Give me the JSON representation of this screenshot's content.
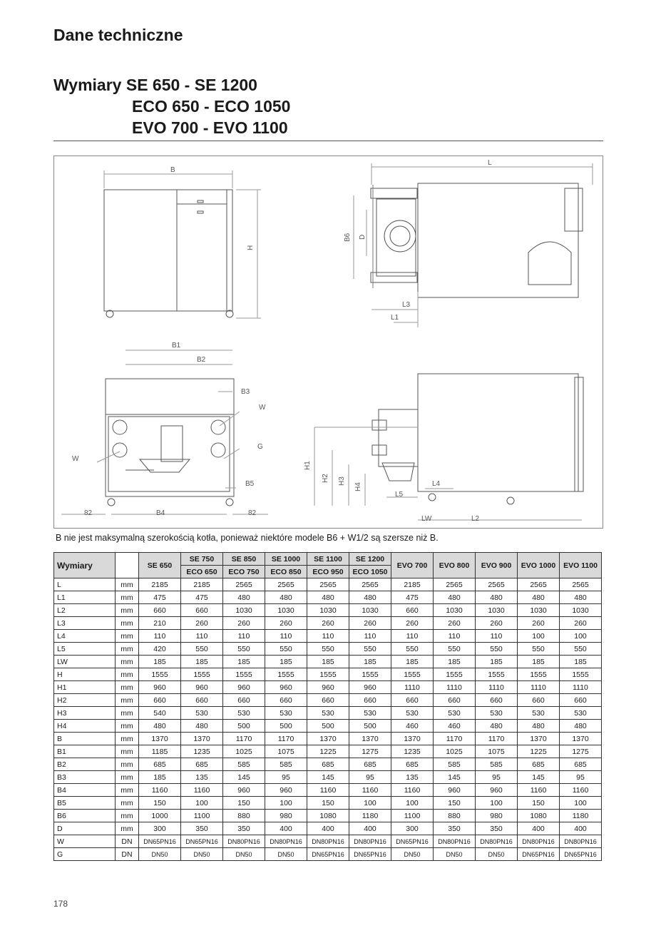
{
  "heading": "Dane techniczne",
  "subtitle": {
    "line1": "Wymiary SE 650 - SE 1200",
    "line2": "ECO 650 - ECO 1050",
    "line3": "EVO 700 - EVO 1100"
  },
  "drawing_labels": {
    "B": "B",
    "H": "H",
    "L": "L",
    "B6": "B6",
    "D": "D",
    "L3": "L3",
    "L1": "L1",
    "B1": "B1",
    "B2": "B2",
    "B3": "B3",
    "W": "W",
    "G": "G",
    "B5": "B5",
    "B4": "B4",
    "dim82": "82",
    "H1": "H1",
    "H2": "H2",
    "H3": "H3",
    "H4": "H4",
    "L4": "L4",
    "L5": "L5",
    "LW": "LW",
    "L2": "L2"
  },
  "note": "B nie jest maksymalną szerokością kotła, ponieważ niektóre modele B6 + W1/2 są szersze niż B.",
  "table": {
    "header_label": "Wymiary",
    "models_single_a": [
      "SE 650"
    ],
    "models_double_top": [
      "SE 750",
      "SE 850",
      "SE 1000",
      "SE 1100",
      "SE 1200"
    ],
    "models_double_bottom": [
      "ECO 650",
      "ECO 750",
      "ECO 850",
      "ECO 950",
      "ECO 1050"
    ],
    "models_single_b": [
      "EVO 700",
      "EVO 800",
      "EVO 900",
      "EVO 1000",
      "EVO 1100"
    ],
    "rows": [
      {
        "name": "L",
        "unit": "mm",
        "values": [
          "2185",
          "2185",
          "2565",
          "2565",
          "2565",
          "2565",
          "2185",
          "2565",
          "2565",
          "2565",
          "2565"
        ]
      },
      {
        "name": "L1",
        "unit": "mm",
        "values": [
          "475",
          "475",
          "480",
          "480",
          "480",
          "480",
          "475",
          "480",
          "480",
          "480",
          "480"
        ]
      },
      {
        "name": "L2",
        "unit": "mm",
        "values": [
          "660",
          "660",
          "1030",
          "1030",
          "1030",
          "1030",
          "660",
          "1030",
          "1030",
          "1030",
          "1030"
        ]
      },
      {
        "name": "L3",
        "unit": "mm",
        "values": [
          "210",
          "260",
          "260",
          "260",
          "260",
          "260",
          "260",
          "260",
          "260",
          "260",
          "260"
        ]
      },
      {
        "name": "L4",
        "unit": "mm",
        "values": [
          "110",
          "110",
          "110",
          "110",
          "110",
          "110",
          "110",
          "110",
          "110",
          "100",
          "100"
        ]
      },
      {
        "name": "L5",
        "unit": "mm",
        "values": [
          "420",
          "550",
          "550",
          "550",
          "550",
          "550",
          "550",
          "550",
          "550",
          "550",
          "550"
        ]
      },
      {
        "name": "LW",
        "unit": "mm",
        "values": [
          "185",
          "185",
          "185",
          "185",
          "185",
          "185",
          "185",
          "185",
          "185",
          "185",
          "185"
        ]
      },
      {
        "name": "H",
        "unit": "mm",
        "values": [
          "1555",
          "1555",
          "1555",
          "1555",
          "1555",
          "1555",
          "1555",
          "1555",
          "1555",
          "1555",
          "1555"
        ]
      },
      {
        "name": "H1",
        "unit": "mm",
        "values": [
          "960",
          "960",
          "960",
          "960",
          "960",
          "960",
          "1110",
          "1110",
          "1110",
          "1110",
          "1110"
        ]
      },
      {
        "name": "H2",
        "unit": "mm",
        "values": [
          "660",
          "660",
          "660",
          "660",
          "660",
          "660",
          "660",
          "660",
          "660",
          "660",
          "660"
        ]
      },
      {
        "name": "H3",
        "unit": "mm",
        "values": [
          "540",
          "530",
          "530",
          "530",
          "530",
          "530",
          "530",
          "530",
          "530",
          "530",
          "530"
        ]
      },
      {
        "name": "H4",
        "unit": "mm",
        "values": [
          "480",
          "480",
          "500",
          "500",
          "500",
          "500",
          "460",
          "460",
          "480",
          "480",
          "480"
        ]
      },
      {
        "name": "B",
        "unit": "mm",
        "values": [
          "1370",
          "1370",
          "1170",
          "1170",
          "1370",
          "1370",
          "1370",
          "1170",
          "1170",
          "1370",
          "1370"
        ]
      },
      {
        "name": "B1",
        "unit": "mm",
        "values": [
          "1185",
          "1235",
          "1025",
          "1075",
          "1225",
          "1275",
          "1235",
          "1025",
          "1075",
          "1225",
          "1275"
        ]
      },
      {
        "name": "B2",
        "unit": "mm",
        "values": [
          "685",
          "685",
          "585",
          "585",
          "685",
          "685",
          "685",
          "585",
          "585",
          "685",
          "685"
        ]
      },
      {
        "name": "B3",
        "unit": "mm",
        "values": [
          "185",
          "135",
          "145",
          "95",
          "145",
          "95",
          "135",
          "145",
          "95",
          "145",
          "95"
        ]
      },
      {
        "name": "B4",
        "unit": "mm",
        "values": [
          "1160",
          "1160",
          "960",
          "960",
          "1160",
          "1160",
          "1160",
          "960",
          "960",
          "1160",
          "1160"
        ]
      },
      {
        "name": "B5",
        "unit": "mm",
        "values": [
          "150",
          "100",
          "150",
          "100",
          "150",
          "100",
          "100",
          "150",
          "100",
          "150",
          "100"
        ]
      },
      {
        "name": "B6",
        "unit": "mm",
        "values": [
          "1000",
          "1100",
          "880",
          "980",
          "1080",
          "1180",
          "1100",
          "880",
          "980",
          "1080",
          "1180"
        ]
      },
      {
        "name": "D",
        "unit": "mm",
        "values": [
          "300",
          "350",
          "350",
          "400",
          "400",
          "400",
          "300",
          "350",
          "350",
          "400",
          "400"
        ]
      },
      {
        "name": "W",
        "unit": "DN",
        "small": true,
        "values": [
          "DN65PN16",
          "DN65PN16",
          "DN80PN16",
          "DN80PN16",
          "DN80PN16",
          "DN80PN16",
          "DN65PN16",
          "DN80PN16",
          "DN80PN16",
          "DN80PN16",
          "DN80PN16"
        ]
      },
      {
        "name": "G",
        "unit": "DN",
        "small": true,
        "values": [
          "DN50",
          "DN50",
          "DN50",
          "DN50",
          "DN65PN16",
          "DN65PN16",
          "DN50",
          "DN50",
          "DN50",
          "DN65PN16",
          "DN65PN16"
        ]
      }
    ]
  },
  "page_number": "178"
}
